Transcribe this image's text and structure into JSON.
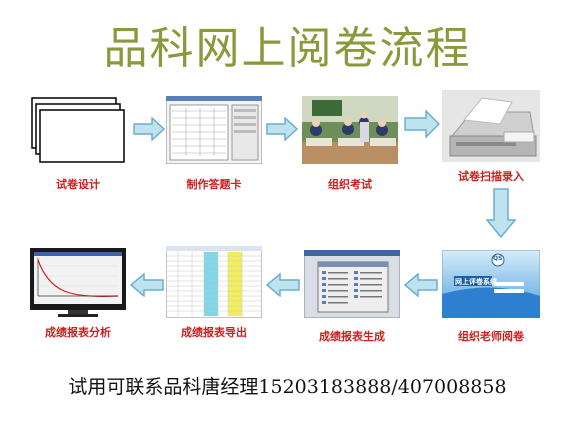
{
  "title": "品科网上阅卷流程",
  "colors": {
    "title": "#8a9a3a",
    "label": "#cc1f1f",
    "arrow_fill": "#bfe3ee",
    "arrow_stroke": "#6aaed0"
  },
  "steps": [
    {
      "label": "试卷设计",
      "icon": "paper-stack-icon"
    },
    {
      "label": "制作答题卡",
      "icon": "answer-sheet-screenshot"
    },
    {
      "label": "组织考试",
      "icon": "classroom-photo"
    },
    {
      "label": "试卷扫描录入",
      "icon": "scanner-photo"
    },
    {
      "label": "组织老师阅卷",
      "icon": "grading-login-screenshot"
    },
    {
      "label": "成绩报表生成",
      "icon": "report-software-screenshot"
    },
    {
      "label": "成绩报表导出",
      "icon": "spreadsheet-screenshot"
    },
    {
      "label": "成绩报表分析",
      "icon": "analysis-monitor-photo"
    }
  ],
  "login_screen": {
    "window_title": "网上评卷系统",
    "logo_text": "QS"
  },
  "footer": "试用可联系品科唐经理15203183888/407008858"
}
